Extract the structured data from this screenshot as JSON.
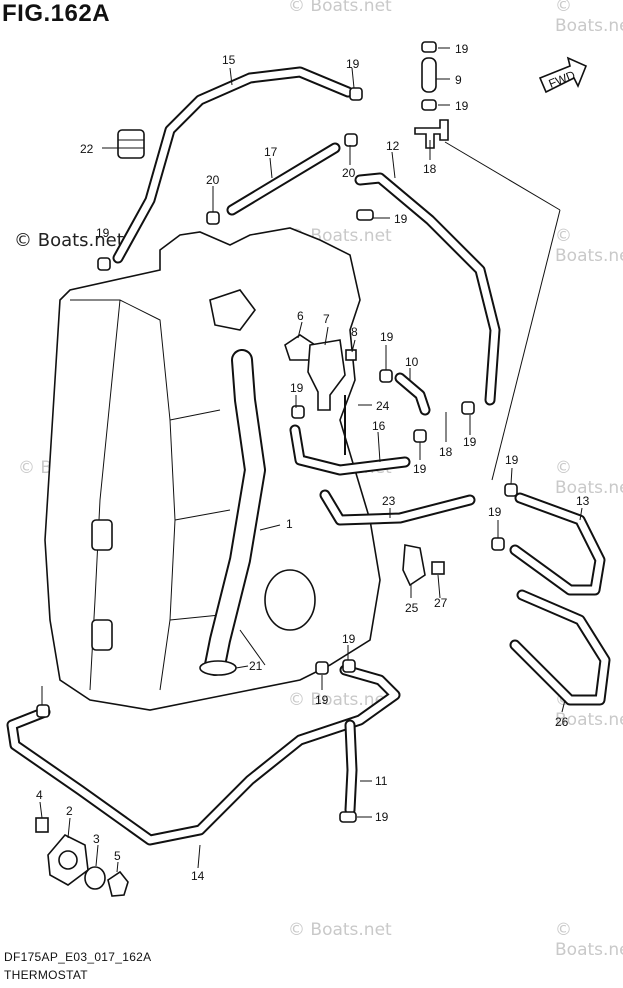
{
  "figure": {
    "title": "FIG.162A",
    "code": "DF175AP_E03_017_162A",
    "subtitle": "THERMOSTAT",
    "fwd_label": "FWD"
  },
  "watermarks": [
    "© Boats.net",
    "© Boats.net",
    "© Boats.net",
    "© Boats.net",
    "© Boats.net",
    "© Boats.net",
    "© Boats.net",
    "© Boats.net",
    "© Boats.net",
    "© Boats.net",
    "© Boats.net",
    "© Boats.net"
  ],
  "callouts": [
    "19",
    "9",
    "19",
    "15",
    "19",
    "22",
    "17",
    "12",
    "18",
    "20",
    "20",
    "19",
    "19",
    "6",
    "7",
    "8",
    "19",
    "10",
    "19",
    "24",
    "16",
    "18",
    "19",
    "19",
    "23",
    "13",
    "1",
    "19",
    "25",
    "27",
    "26",
    "19",
    "21",
    "19",
    "19",
    "11",
    "19",
    "4",
    "2",
    "3",
    "5",
    "14"
  ]
}
